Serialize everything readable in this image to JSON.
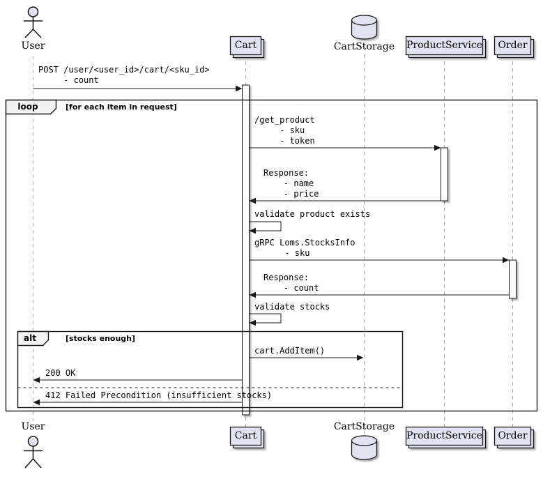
{
  "diagram_type": "uml-sequence-diagram",
  "participants": {
    "user": {
      "label": "User",
      "kind": "actor"
    },
    "cart": {
      "label": "Cart",
      "kind": "collections"
    },
    "cart_storage": {
      "label": "CartStorage",
      "kind": "database"
    },
    "product_service": {
      "label": "ProductService",
      "kind": "collections"
    },
    "order": {
      "label": "Order",
      "kind": "collections"
    }
  },
  "frames": {
    "loop": {
      "label": "loop",
      "guard": "[for each item in request]"
    },
    "alt": {
      "label": "alt",
      "guard": "[stocks enough]"
    }
  },
  "messages": {
    "post_cart": "POST /user/<user_id>/cart/<sku_id>\n     - count",
    "get_product": "/get_product\n     - sku\n     - token",
    "get_product_response": "Response:\n    - name\n    - price",
    "validate_product": "validate product exists",
    "grpc_stocks": "gRPC Loms.StocksInfo\n      - sku",
    "grpc_response": "Response:\n    - count",
    "validate_stocks": "validate stocks",
    "add_item": "cart.AddItem()",
    "response_ok": "200 OK",
    "response_failed": "412 Failed Precondition (insufficient stocks)"
  },
  "colors": {
    "participant_fill": "#E2E2F0",
    "border": "#181818",
    "lifeline": "#A6A6A6",
    "frame_header_fill": "#F2F2F2",
    "activation_fill": "#FDFDFD",
    "background": "#FFFFFF"
  }
}
